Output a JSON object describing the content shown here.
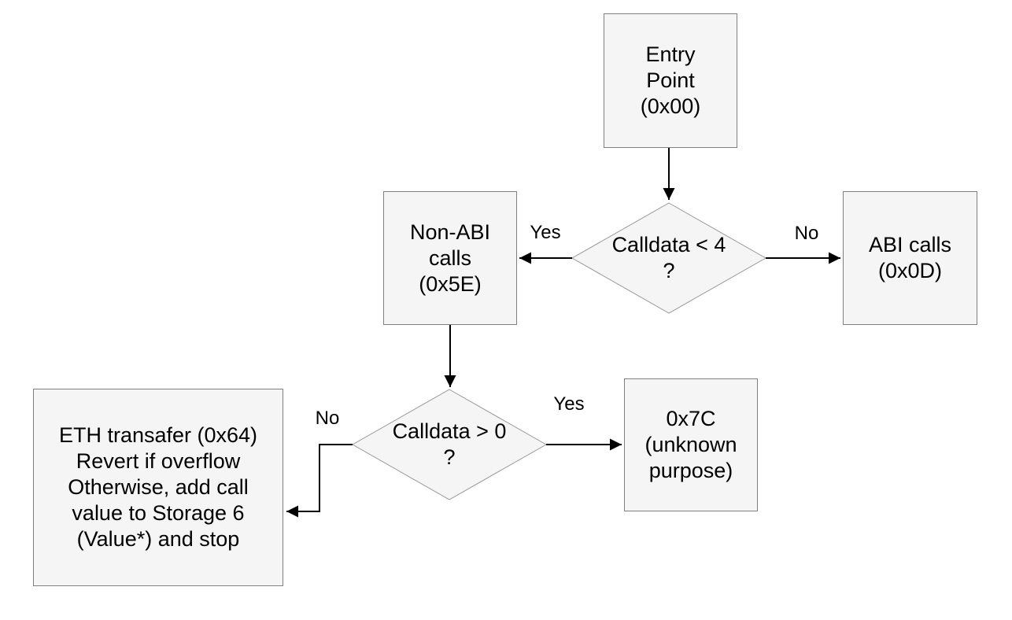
{
  "diagram": {
    "colors": {
      "background": "#ffffff",
      "node_fill": "#f5f5f5",
      "node_border": "#7f7f7f",
      "decision_border": "#999999",
      "arrow": "#000000",
      "text": "#000000"
    },
    "nodes": {
      "entry_point": {
        "label": "Entry\nPoint\n(0x00)"
      },
      "non_abi_calls": {
        "label": "Non-ABI\ncalls\n(0x5E)"
      },
      "abi_calls": {
        "label": "ABI calls\n(0x0D)"
      },
      "eth_transfer": {
        "label": "ETH transafer (0x64)\nRevert if overflow\nOtherwise, add call\nvalue to Storage 6\n(Value*) and stop"
      },
      "unknown_0x7c": {
        "label": "0x7C\n(unknown\npurpose)"
      }
    },
    "decisions": {
      "calldata_lt_4": {
        "label": "Calldata < 4\n?"
      },
      "calldata_gt_0": {
        "label": "Calldata > 0\n?"
      }
    },
    "edge_labels": {
      "lt4_yes": "Yes",
      "lt4_no": "No",
      "gt0_yes": "Yes",
      "gt0_no": "No"
    }
  }
}
